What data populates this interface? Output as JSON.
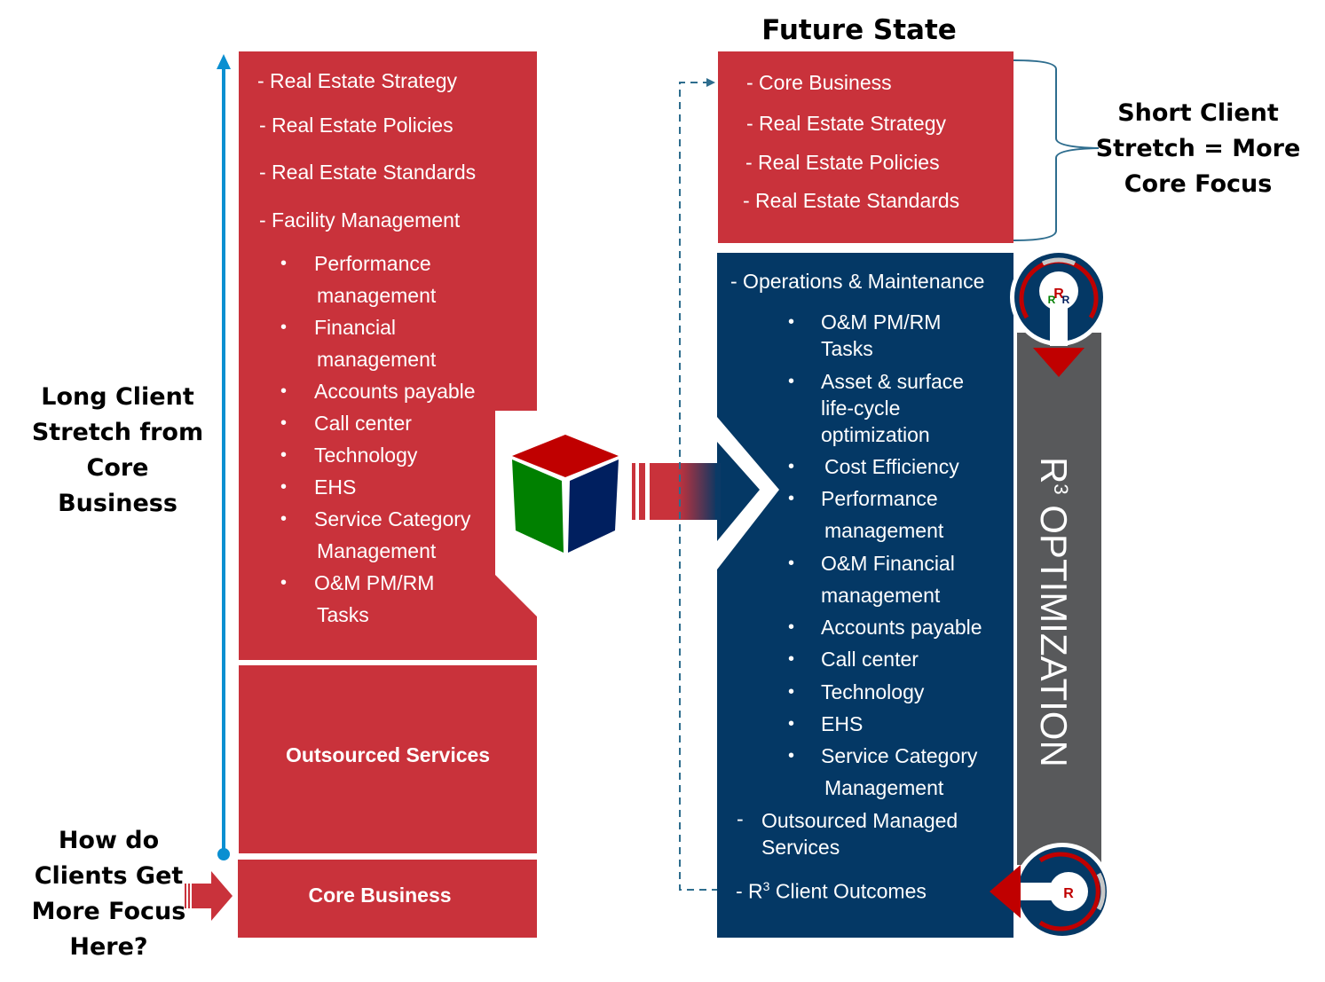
{
  "left": {
    "side_label": [
      "Long Client",
      "Stretch from",
      "Core",
      "Business"
    ],
    "question_label": [
      "How do",
      "Clients Get",
      "More Focus",
      "Here?"
    ],
    "top_box_items": [
      "- Real Estate Strategy",
      "- Real Estate Policies",
      "- Real Estate Standards",
      "- Facility Management"
    ],
    "fm_bullets": [
      [
        "Performance",
        "management"
      ],
      [
        "Financial",
        "management"
      ],
      [
        "Accounts payable"
      ],
      [
        "Call center"
      ],
      [
        "Technology"
      ],
      [
        "EHS"
      ],
      [
        "Service  Category",
        "Management"
      ],
      [
        "O&M PM/RM",
        "Tasks"
      ]
    ],
    "outsourced_label": "Outsourced Services",
    "core_label": "Core Business"
  },
  "right": {
    "title": "Future State",
    "top_box_items": [
      "- Core Business",
      "- Real Estate Strategy",
      "- Real Estate Policies",
      "- Real Estate Standards"
    ],
    "brace_label": [
      "Short Client",
      "Stretch = More",
      "Core Focus"
    ],
    "ops_heading": "- Operations & Maintenance",
    "ops_bullets": [
      [
        "O&M PM/RM",
        "Tasks"
      ],
      [
        "Asset & surface",
        "life-cycle",
        "optimization"
      ],
      [
        "Cost Efficiency"
      ],
      [
        "Performance",
        "management"
      ],
      [
        "O&M Financial",
        "management"
      ],
      [
        "Accounts payable"
      ],
      [
        "Call center"
      ],
      [
        "Technology"
      ],
      [
        "EHS"
      ],
      [
        "Service  Category",
        "Management"
      ]
    ],
    "outsourced_managed": [
      "Outsourced Managed",
      "Services"
    ],
    "client_outcomes_prefix": "- R",
    "client_outcomes_sup": "3",
    "client_outcomes_suffix": " Client Outcomes",
    "optimization_prefix": "R",
    "optimization_sup": "3",
    "optimization_suffix": " OPTIMIZATION"
  },
  "colors": {
    "red": "#c9323b",
    "navy": "#043865",
    "gray": "#58595b",
    "blue_arrow": "#0a8fd1",
    "dashed": "#2e6d8e"
  },
  "icons": {
    "cube": "cube-logo-icon",
    "r3_badge": "r3-logo-icon"
  }
}
